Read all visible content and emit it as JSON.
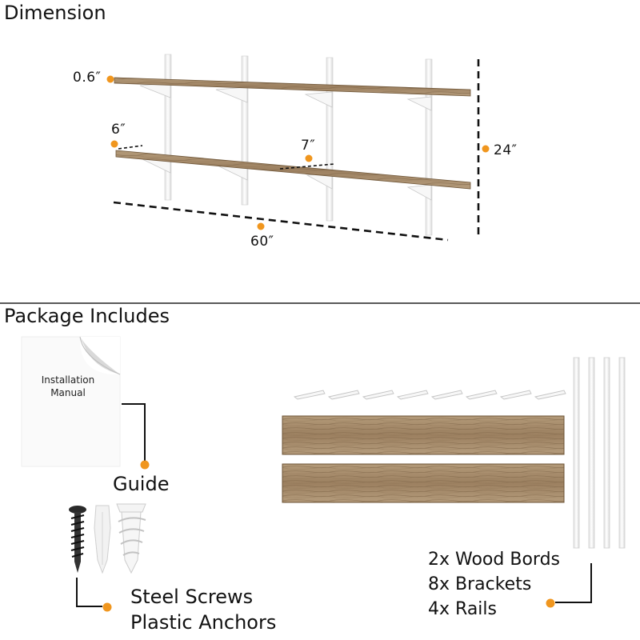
{
  "dimension": {
    "title": "Dimension",
    "thickness": "0.6″",
    "depth": "6″",
    "spacing": "7″",
    "height": "24″",
    "width": "60″"
  },
  "package": {
    "title": "Package Includes",
    "manual_text": "Installation Manual",
    "guide_label": "Guide",
    "hardware_line1": "Steel Screws",
    "hardware_line2": "Plastic Anchors",
    "items": [
      "2x Wood Bords",
      "8x Brackets",
      "4x Rails"
    ]
  },
  "colors": {
    "accent_dot": "#f0961e",
    "wood": "#a58b6b",
    "wood_dark": "#7e6547",
    "rail": "#f4f4f4"
  }
}
